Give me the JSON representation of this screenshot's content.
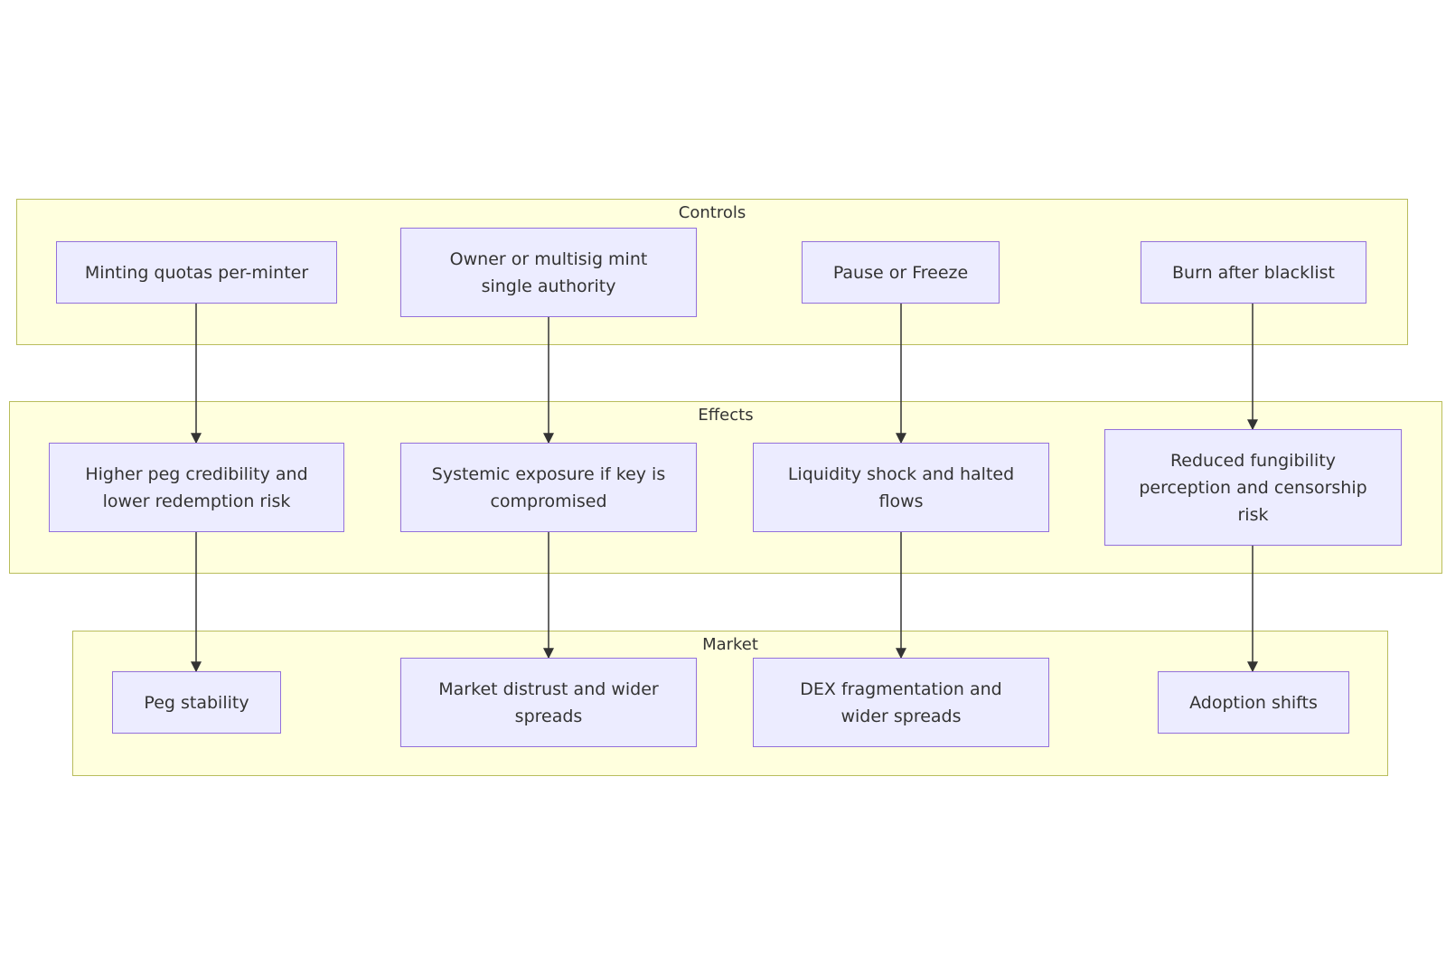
{
  "groups": {
    "controls": "Controls",
    "effects": "Effects",
    "market": "Market"
  },
  "nodes": {
    "minting_quotas": "Minting quotas per-minter",
    "owner_multisig": "Owner or multisig mint single authority",
    "pause_freeze": "Pause or Freeze",
    "burn_blacklist": "Burn after blacklist",
    "peg_credibility": "Higher peg credibility and lower redemption risk",
    "systemic_exposure": "Systemic exposure if key is compromised",
    "liquidity_shock": "Liquidity shock and halted flows",
    "reduced_fungibility": "Reduced fungibility perception and censorship risk",
    "peg_stability": "Peg stability",
    "market_distrust": "Market distrust and wider spreads",
    "dex_fragmentation": "DEX fragmentation and wider spreads",
    "adoption_shifts": "Adoption shifts"
  },
  "colors": {
    "node_fill": "#ececff",
    "node_border": "#9370db",
    "group_fill": "#ffffde",
    "group_border": "#b9bd5c",
    "edge": "#333333"
  }
}
